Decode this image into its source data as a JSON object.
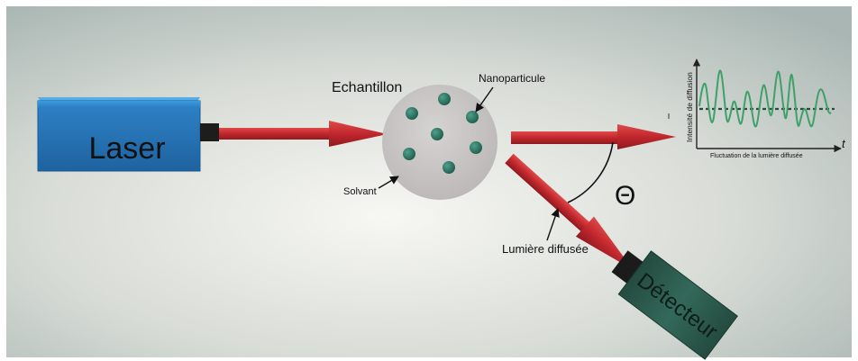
{
  "labels": {
    "laser": "Laser",
    "echantillon": "Echantillon",
    "nanoparticule": "Nanoparticule",
    "solvant": "Solvant",
    "lumiere_diffusee": "Lumière diffusée",
    "theta": "Θ",
    "detecteur": "Détecteur"
  },
  "plot": {
    "ylabel": "Intensité de diffusion",
    "xlabel": "Fluctuation de la lumière diffusée",
    "t_axis": "t"
  },
  "colors": {
    "laser_blue": "#2f86c6",
    "beam_red": "#c1272d",
    "detector_green": "#2f5e4e",
    "particle": "#2f7a68",
    "sample_gray": "#cdcaca",
    "signal_line": "#3fa06a"
  }
}
